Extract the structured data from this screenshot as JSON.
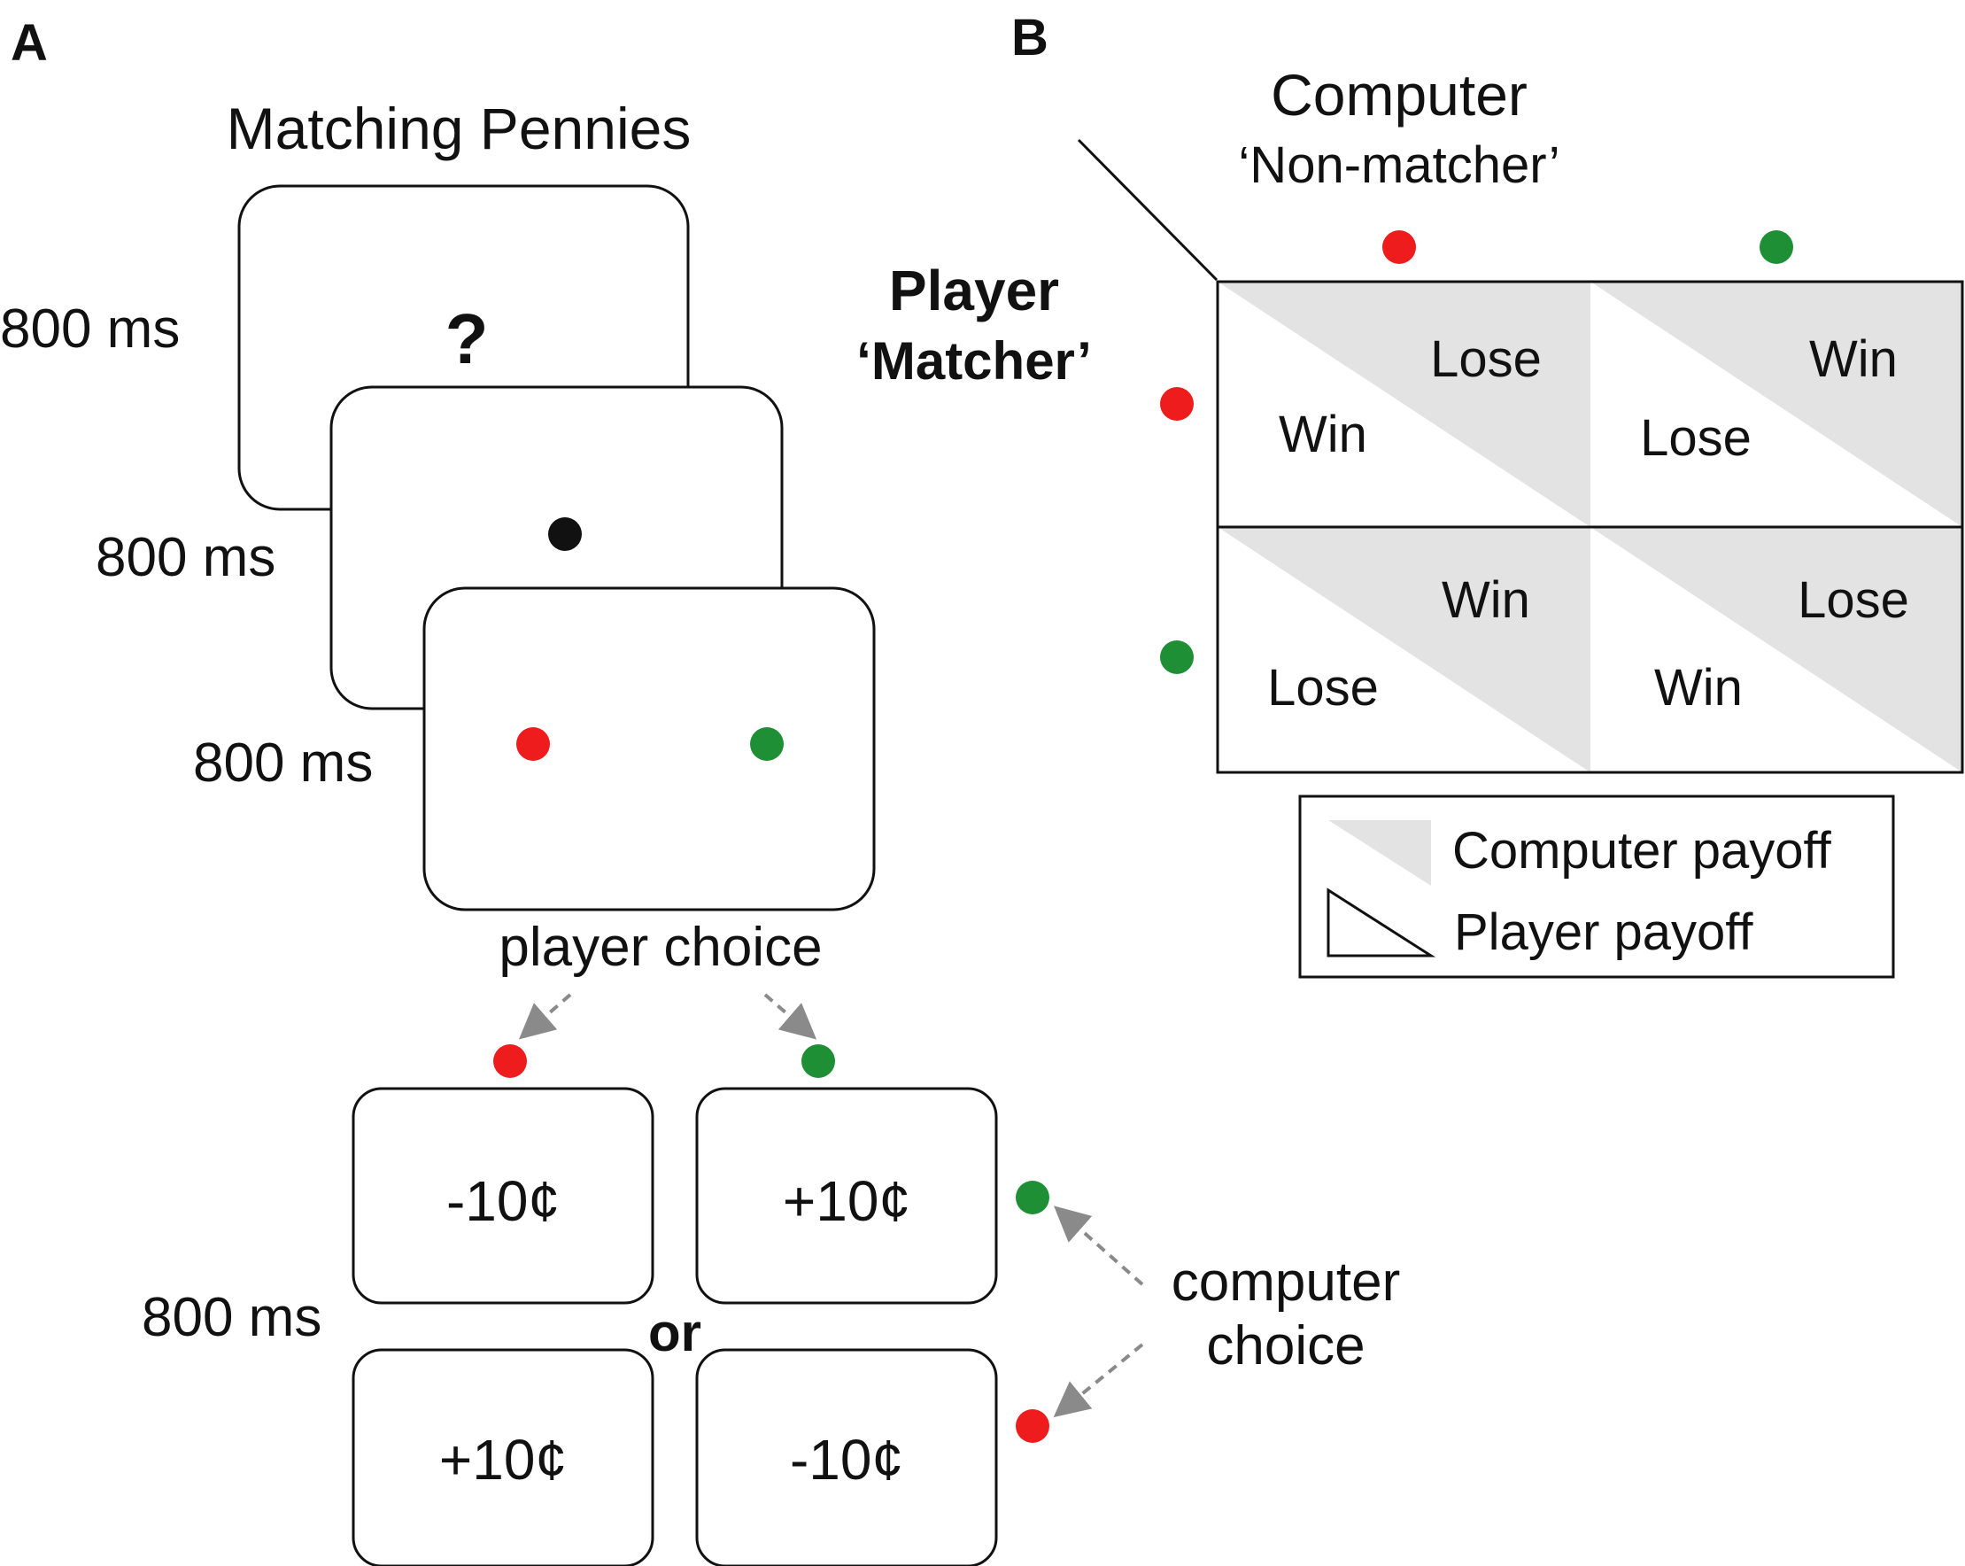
{
  "panel_a": {
    "label": "A",
    "title": "Matching Pennies",
    "question_mark": "?",
    "durations": [
      "800 ms",
      "800 ms",
      "800 ms",
      "800 ms"
    ],
    "player_choice_label": "player choice",
    "or_label": "or",
    "computer_choice_label_line1": "computer",
    "computer_choice_label_line2": "choice",
    "outcomes": {
      "top_left": "-10¢",
      "top_right": "+10¢",
      "bottom_left": "+10¢",
      "bottom_right": "-10¢"
    }
  },
  "panel_b": {
    "label": "B",
    "computer_label": "Computer",
    "computer_role": "‘Non-matcher’",
    "player_label": "Player",
    "player_role": "‘Matcher’",
    "cells": {
      "red_red": {
        "computer": "Lose",
        "player": "Win"
      },
      "red_green": {
        "computer": "Win",
        "player": "Lose"
      },
      "green_red": {
        "computer": "Win",
        "player": "Lose"
      },
      "green_green": {
        "computer": "Lose",
        "player": "Win"
      }
    },
    "legend": {
      "computer_payoff": "Computer payoff",
      "player_payoff": "Player payoff"
    }
  },
  "colors": {
    "red": "#ee1c1c",
    "green": "#1e8f35",
    "black": "#111111",
    "shade": "#e3e3e3",
    "arrow": "#8a8a8a"
  }
}
